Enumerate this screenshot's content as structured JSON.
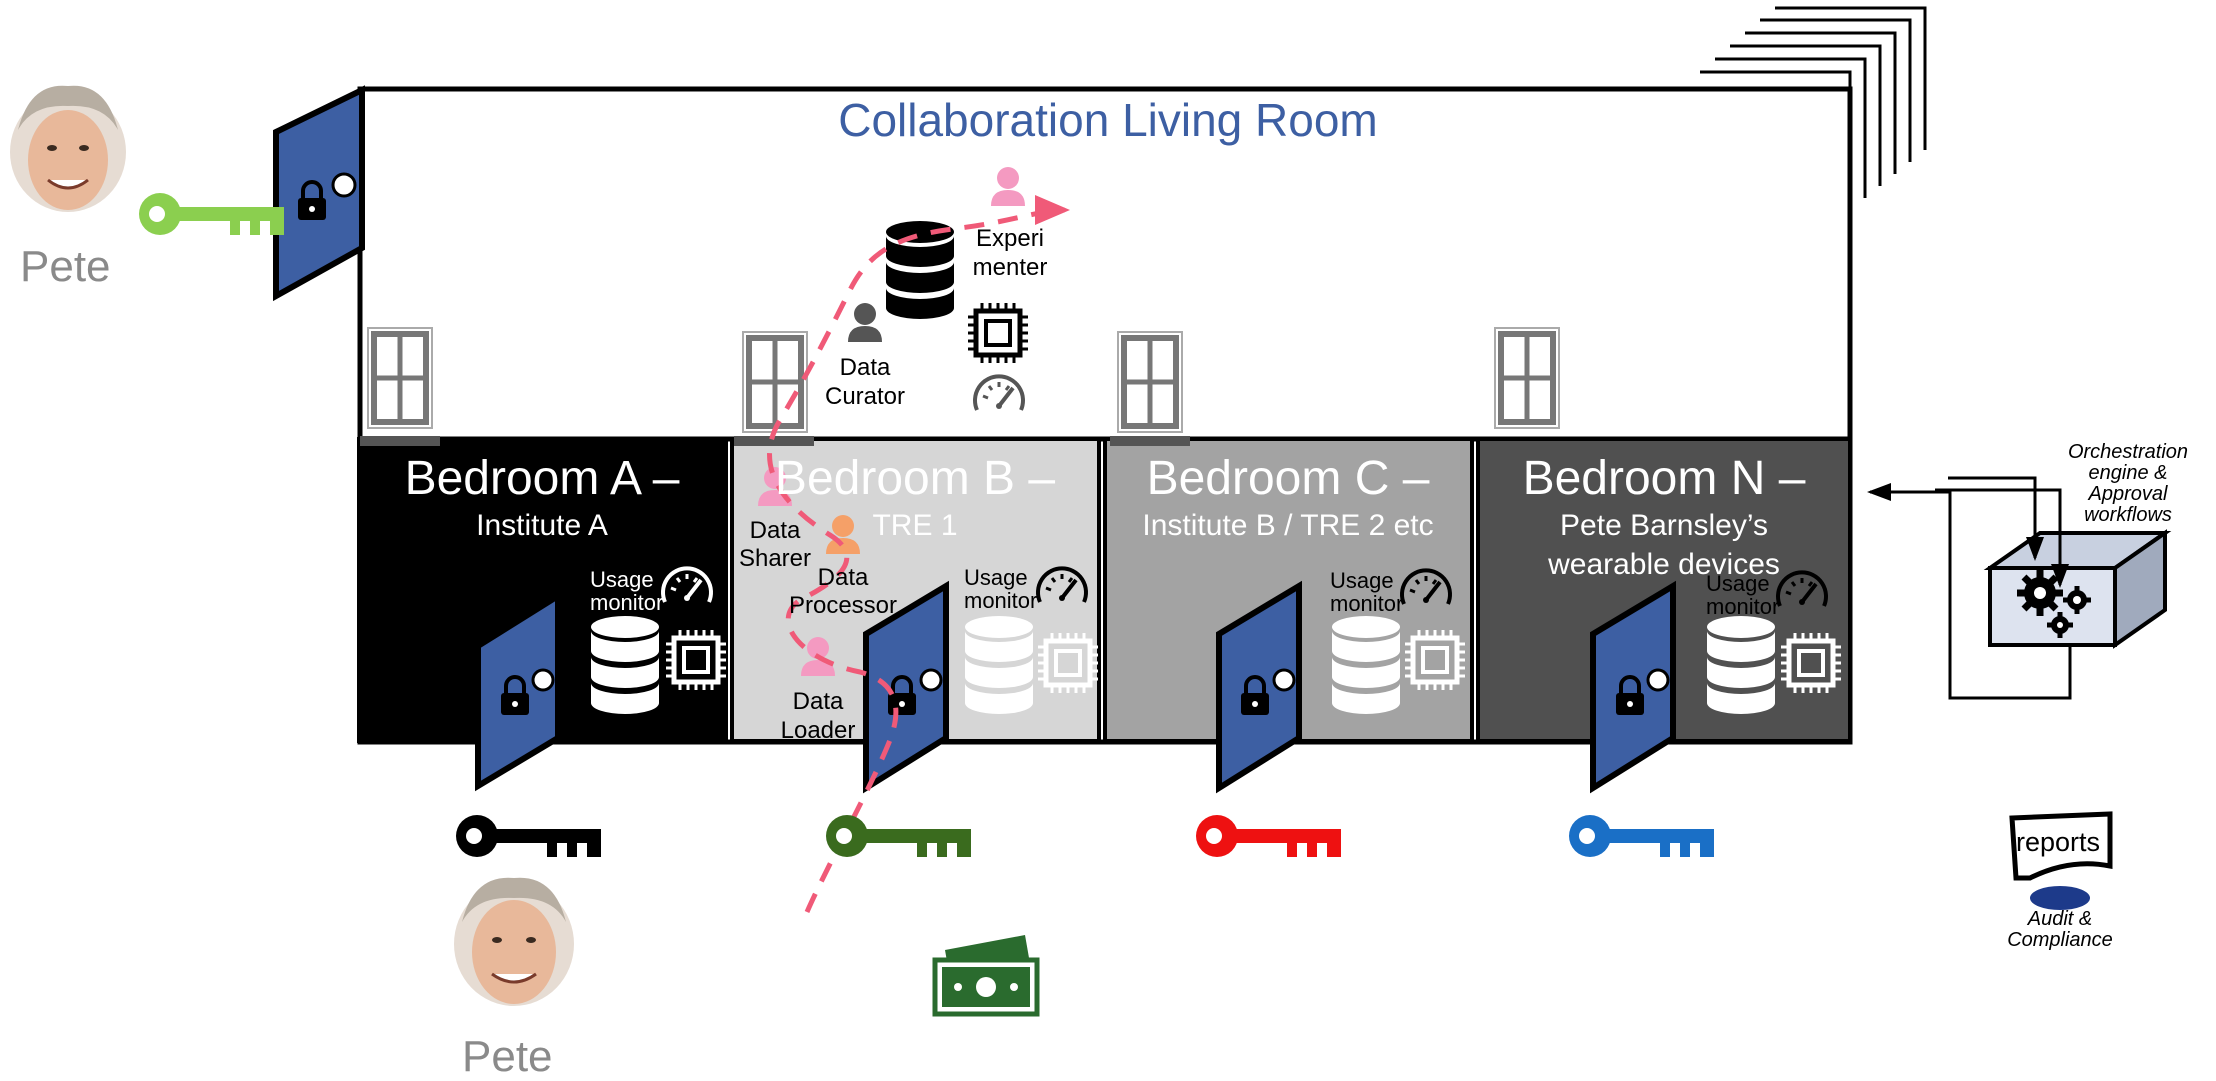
{
  "title": "Collaboration Living Room",
  "pete_top": {
    "name": "Pete"
  },
  "pete_bottom": {
    "name": "Pete"
  },
  "bedrooms": [
    {
      "title": "Bedroom A –",
      "subtitle": "Institute A",
      "usage_label": "Usage\nmonitor",
      "key_color": "#000000",
      "fill": "#000000"
    },
    {
      "title": "Bedroom B –",
      "subtitle": "TRE 1",
      "usage_label": "Usage\nmonitor",
      "key_color": "#3a6b1e",
      "fill": "#d6d6d6"
    },
    {
      "title": "Bedroom C –",
      "subtitle": "Institute B / TRE 2 etc",
      "usage_label": "Usage\nmonitor",
      "key_color": "#ee1111",
      "fill": "#a3a3a3"
    },
    {
      "title": "Bedroom N –",
      "subtitle": "Pete Barnsley’s",
      "subtitle2": "wearable devices",
      "usage_label": "Usage\nmonitor",
      "key_color": "#1a6fc6",
      "fill": "#505050"
    }
  ],
  "roles": {
    "experimenter_1": "Experi",
    "experimenter_2": "menter",
    "curator_1": "Data",
    "curator_2": "Curator",
    "sharer_1": "Data",
    "sharer_2": "Sharer",
    "processor_1": "Data",
    "processor_2": "Processor",
    "loader_1": "Data",
    "loader_2": "Loader"
  },
  "orchestration": {
    "line1": "Orchestration",
    "line2": "engine &",
    "line3": "Approval",
    "line4": "workflows"
  },
  "reports": {
    "label": "reports",
    "line1": "Audit &",
    "line2": "Compliance"
  },
  "colors": {
    "door": "#3d5fa3",
    "title": "#3d5fa3",
    "green_key": "#8bcf4f",
    "money": "#2a6b2e",
    "dash": "#f05a78",
    "pink": "#f49ac1",
    "orange": "#f5a068"
  },
  "icons": [
    "lock-icon",
    "key-icon",
    "database-icon",
    "chip-icon",
    "gauge-icon",
    "person-icon",
    "money-icon",
    "gears-icon",
    "report-icon",
    "window-icon"
  ]
}
